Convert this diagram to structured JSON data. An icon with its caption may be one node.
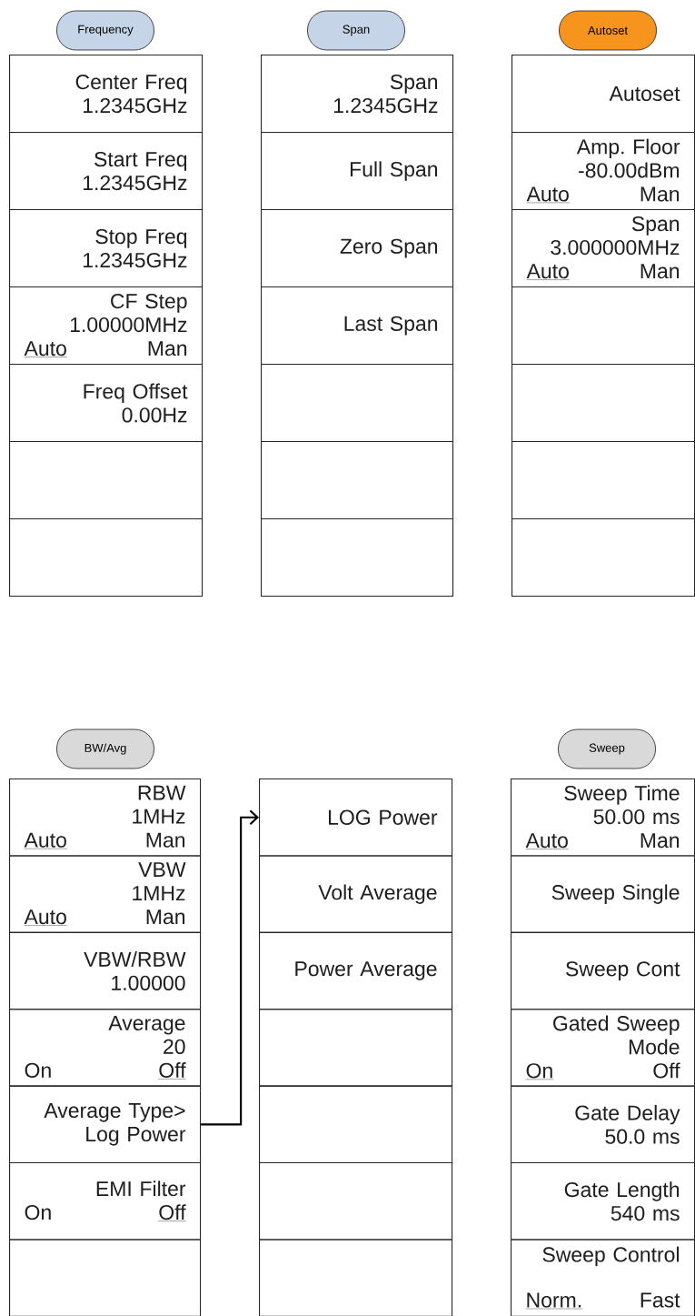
{
  "diagram": {
    "nodes": [
      {
        "text": [
          "Frequency"
        ]
      },
      {
        "text": [
          "Center Freq 1.2345GHz"
        ]
      },
      {
        "text": [
          "Start Freq 1.2345GHz"
        ]
      },
      {
        "text": [
          "Stop Freq 1.2345GHz"
        ]
      },
      {
        "text": [
          "CF Step 1.00000MHz",
          "Auto",
          "Man"
        ]
      },
      {
        "text": [
          "Freq Offset 0.00Hz"
        ]
      },
      {
        "text": [],
        "shape": "box"
      },
      {
        "text": [],
        "shape": "box"
      },
      {
        "text": [
          "Span"
        ]
      },
      {
        "text": [
          "Span 1.2345GHz"
        ]
      },
      {
        "text": [
          "Full Span"
        ]
      },
      {
        "text": [
          "Zero Span"
        ]
      },
      {
        "text": [
          "Last Span"
        ]
      },
      {
        "text": [],
        "shape": "box"
      },
      {
        "text": [],
        "shape": "box"
      },
      {
        "text": [],
        "shape": "box"
      },
      {
        "text": [
          "Autoset"
        ]
      },
      {
        "text": [
          "Autoset"
        ]
      },
      {
        "text": [
          "Amp. Floor -80.00dBm",
          "Auto",
          "Man"
        ]
      },
      {
        "text": [
          "Span 3.000000MHz",
          "Auto",
          "Man"
        ]
      },
      {
        "text": [],
        "shape": "box"
      },
      {
        "text": [],
        "shape": "box"
      },
      {
        "text": [],
        "shape": "box"
      },
      {
        "text": [],
        "shape": "box"
      },
      {
        "text": [
          "BW/Avg"
        ]
      },
      {
        "text": [
          "RBW 1MHz",
          "Auto",
          "Man"
        ]
      },
      {
        "text": [
          "VBW 1MHz",
          "Auto",
          "Man"
        ]
      },
      {
        "text": [
          "VBW/RBW 1.00000"
        ]
      },
      {
        "text": [
          "Average 20",
          "On",
          "Off"
        ]
      },
      {
        "text": [
          "Average Type> Log Power"
        ]
      },
      {
        "text": [
          "EMI Filter",
          "On",
          "Off"
        ]
      },
      {
        "text": [],
        "shape": "box"
      },
      {
        "text": [
          "LOG Power"
        ]
      },
      {
        "text": [
          "Volt Average"
        ]
      },
      {
        "text": [
          "Power Average"
        ]
      },
      {
        "text": [],
        "shape": "box"
      },
      {
        "text": [],
        "shape": "box"
      },
      {
        "text": [],
        "shape": "box"
      },
      {
        "text": [],
        "shape": "box"
      },
      {
        "text": [
          "Sweep"
        ]
      },
      {
        "text": [
          "Sweep Time 50.00 ms",
          "Auto",
          "Man"
        ]
      },
      {
        "text": [
          "Sweep Single"
        ]
      },
      {
        "text": [
          "Sweep Cont"
        ]
      },
      {
        "text": [
          "Gated Sweep Mode",
          "On",
          "Off"
        ]
      },
      {
        "text": [
          "Gate Delay 50.0 ms"
        ]
      },
      {
        "text": [
          "Gate Length 540 ms"
        ]
      },
      {
        "text": [
          "Sweep Control",
          "Norm.",
          "Fast"
        ]
      }
    ],
    "edges": [
      {
        "from": 29,
        "to": 32,
        "arrow": "to"
      }
    ]
  }
}
